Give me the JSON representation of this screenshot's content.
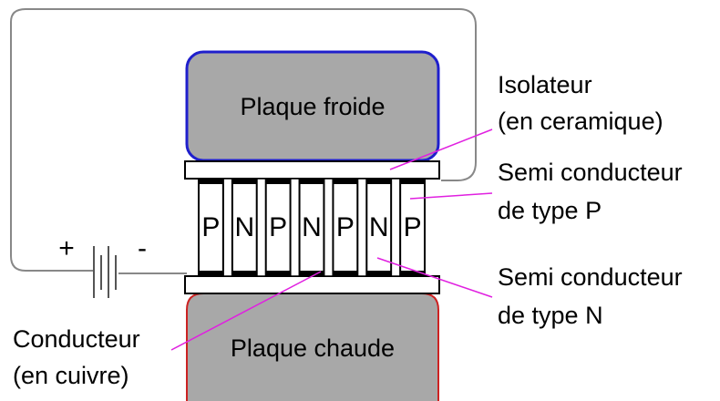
{
  "plates": {
    "cold": "Plaque froide",
    "hot": "Plaque chaude"
  },
  "battery": {
    "plus": "+",
    "minus": "-"
  },
  "legs": [
    "P",
    "N",
    "P",
    "N",
    "P",
    "N",
    "P"
  ],
  "labels": {
    "insulator_line1": "Isolateur",
    "insulator_line2": "(en ceramique)",
    "p_type_line1": "Semi conducteur",
    "p_type_line2": "de type P",
    "n_type_line1": "Semi conducteur",
    "n_type_line2": "de type N",
    "conductor_line1": "Conducteur",
    "conductor_line2": "(en cuivre)"
  },
  "colors": {
    "plate_fill": "#a8a8a8",
    "cold_border": "#1f1fcc",
    "hot_border": "#cc2222",
    "leader_line": "#e020e0",
    "wire": "#888888"
  }
}
